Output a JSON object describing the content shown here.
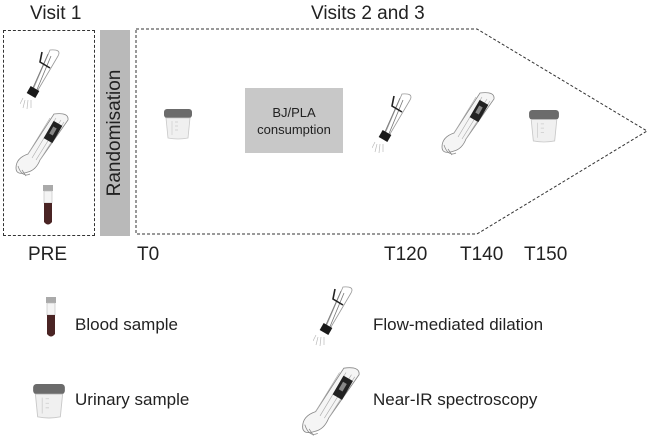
{
  "headers": {
    "visit1": "Visit 1",
    "visits23": "Visits 2 and 3"
  },
  "randomisation": "Randomisation",
  "consumption_box": {
    "line1": "BJ/PLA",
    "line2": "consumption"
  },
  "timepoints": [
    "PRE",
    "T0",
    "T120",
    "T140",
    "T150"
  ],
  "visit1_measures": [
    "flow-mediated-dilation",
    "near-ir-spectroscopy",
    "blood-sample"
  ],
  "timeline_measures": [
    {
      "time": "T0",
      "icon": "urine-cup"
    },
    {
      "time": "T120",
      "icon": "flow-mediated-dilation"
    },
    {
      "time": "T140",
      "icon": "near-ir-spectroscopy"
    },
    {
      "time": "T150",
      "icon": "urine-cup"
    }
  ],
  "legend": [
    {
      "icon": "blood-tube",
      "label": "Blood sample"
    },
    {
      "icon": "urine-cup",
      "label": "Urinary sample"
    },
    {
      "icon": "flow-mediated-dilation",
      "label": "Flow-mediated dilation"
    },
    {
      "icon": "near-ir-spectroscopy",
      "label": "Near-IR spectroscopy"
    }
  ],
  "colors": {
    "randomisation_bar": "#b9b9b9",
    "consumption_box": "#c8c8c8",
    "cup_lid": "#6b6b6b",
    "blood": "#5a2a2a"
  }
}
